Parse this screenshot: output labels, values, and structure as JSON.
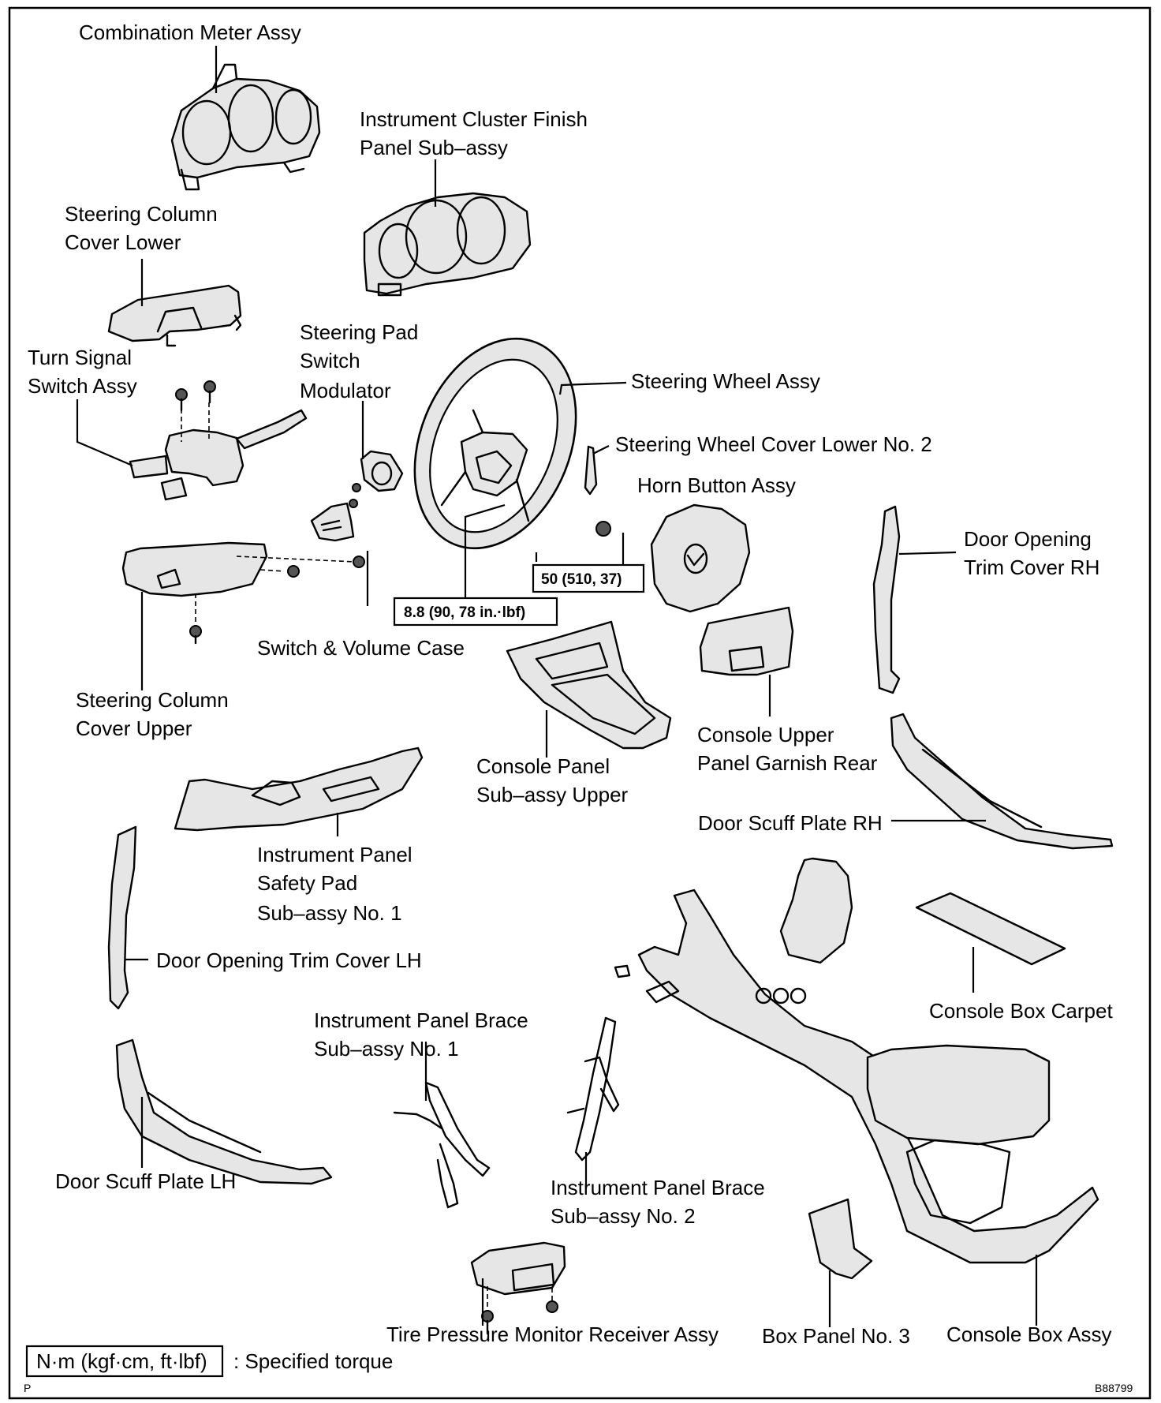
{
  "figure_id": "B88799",
  "corner_mark": "P",
  "labels": {
    "combination_meter": "Combination Meter Assy",
    "cluster_finish_1": "Instrument  Cluster  Finish",
    "cluster_finish_2": "Panel Sub–assy",
    "col_cover_lower_1": "Steering Column",
    "col_cover_lower_2": "Cover Lower",
    "pad_switch_1": "Steering Pad",
    "pad_switch_2": "Switch",
    "pad_switch_3": "Modulator",
    "turn_signal_1": "Turn Signal",
    "turn_signal_2": "Switch Assy",
    "steering_wheel": "Steering Wheel Assy",
    "wheel_cover_lower": "Steering Wheel Cover Lower No. 2",
    "horn_button": "Horn Button Assy",
    "door_trim_rh_1": "Door Opening",
    "door_trim_rh_2": "Trim Cover RH",
    "switch_volume_case": "Switch & Volume Case",
    "col_cover_upper_1": "Steering Column",
    "col_cover_upper_2": "Cover Upper",
    "console_upper_garnish_1": "Console Upper",
    "console_upper_garnish_2": "Panel Garnish Rear",
    "console_panel_1": "Console Panel",
    "console_panel_2": "Sub–assy Upper",
    "door_scuff_rh": "Door Scuff Plate RH",
    "safety_pad_1": "Instrument Panel",
    "safety_pad_2": "Safety Pad",
    "safety_pad_3": "Sub–assy No. 1",
    "door_trim_lh": "Door Opening Trim Cover LH",
    "console_box_carpet": "Console Box Carpet",
    "brace1_1": "Instrument Panel Brace",
    "brace1_2": "Sub–assy No. 1",
    "door_scuff_lh": "Door Scuff Plate LH",
    "brace2_1": "Instrument Panel Brace",
    "brace2_2": "Sub–assy No. 2",
    "tpms_receiver": "Tire Pressure Monitor Receiver Assy",
    "box_panel_3": "Box Panel No. 3",
    "console_box": "Console Box Assy"
  },
  "torque": {
    "wheel_nut": "50 (510, 37)",
    "wheel_screw": "8.8 (90, 78 in.·lbf)"
  },
  "legend": {
    "unit": "N·m (kgf·cm, ft·lbf)",
    "text": ": Specified torque"
  }
}
